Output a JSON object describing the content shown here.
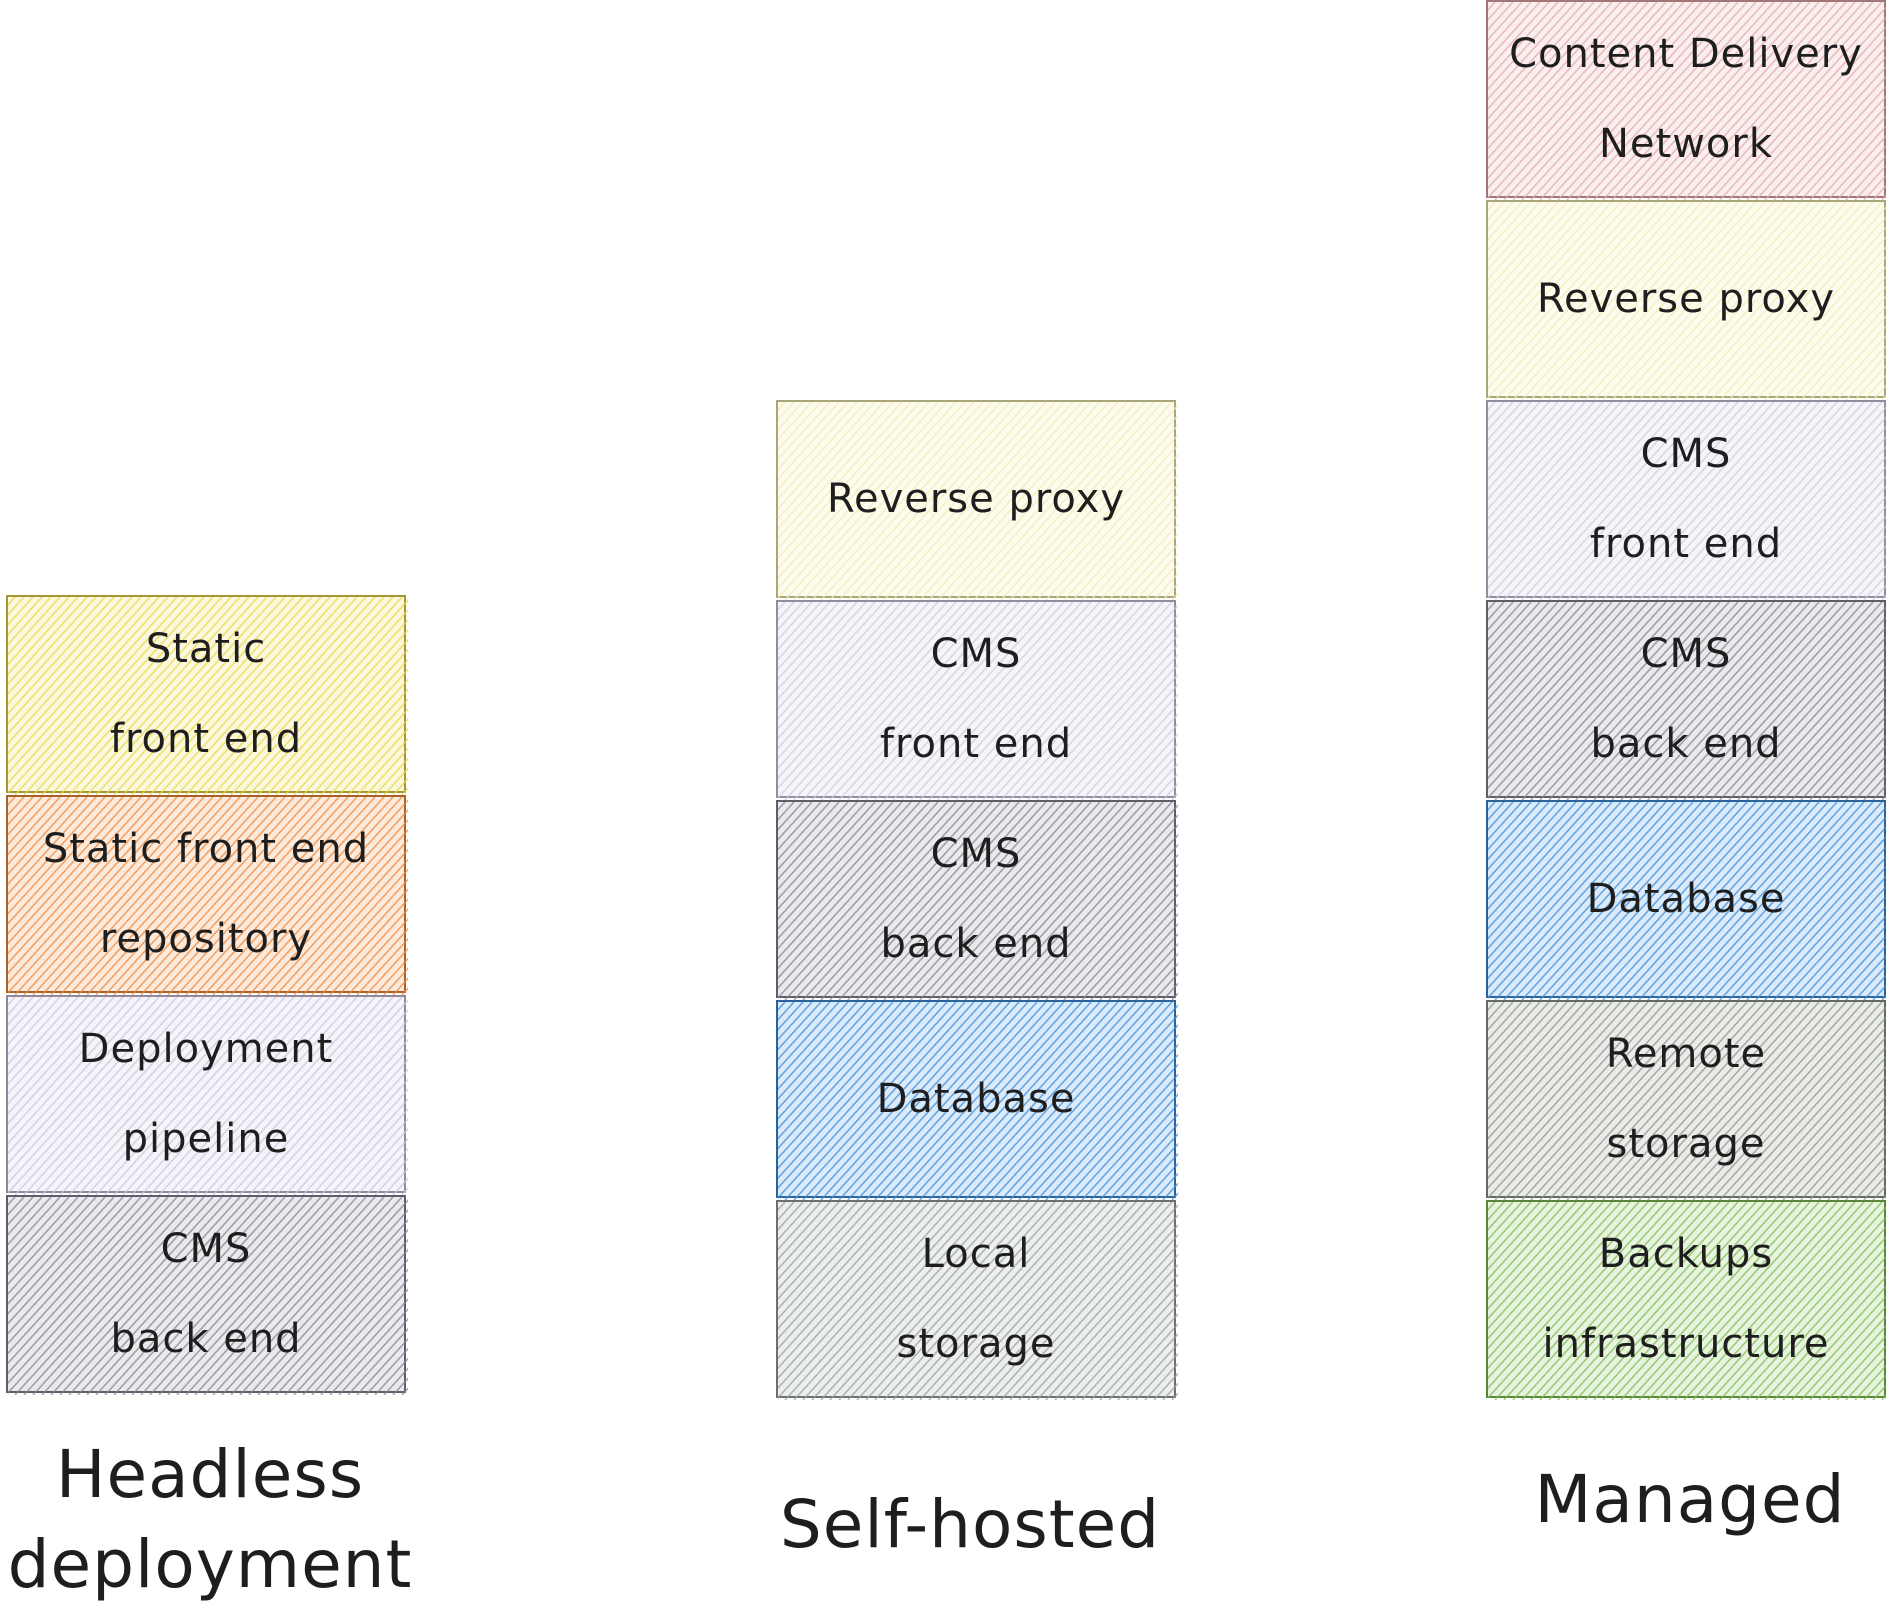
{
  "columns": [
    {
      "caption_lines": [
        "Headless",
        "deployment"
      ],
      "blocks": [
        {
          "lines": [
            "Static",
            "front end"
          ],
          "color": "#e8d84a"
        },
        {
          "lines": [
            "Static front end",
            "repository"
          ],
          "color": "#f08a3c"
        },
        {
          "lines": [
            "Deployment",
            "pipeline"
          ],
          "color": "#c9c6de"
        },
        {
          "lines": [
            "CMS",
            "back end"
          ],
          "color": "#8a8594"
        }
      ]
    },
    {
      "caption_lines": [
        "Self-hosted"
      ],
      "blocks": [
        {
          "lines": [
            "Reverse proxy"
          ],
          "color": "#f3ecb0"
        },
        {
          "lines": [
            "CMS",
            "front end"
          ],
          "color": "#cfcbe0"
        },
        {
          "lines": [
            "CMS",
            "back end"
          ],
          "color": "#8a8594"
        },
        {
          "lines": [
            "Database"
          ],
          "color": "#3f8fdc"
        },
        {
          "lines": [
            "Local",
            "storage"
          ],
          "color": "#9aa1a0"
        }
      ]
    },
    {
      "caption_lines": [
        "Managed"
      ],
      "blocks": [
        {
          "lines": [
            "Content Delivery",
            "Network"
          ],
          "color": "#e6a8a8"
        },
        {
          "lines": [
            "Reverse proxy"
          ],
          "color": "#f3ecb0"
        },
        {
          "lines": [
            "CMS",
            "front end"
          ],
          "color": "#cfcbe0"
        },
        {
          "lines": [
            "CMS",
            "back end"
          ],
          "color": "#8a8594"
        },
        {
          "lines": [
            "Database"
          ],
          "color": "#3f8fdc"
        },
        {
          "lines": [
            "Remote",
            "storage"
          ],
          "color": "#8e988d"
        },
        {
          "lines": [
            "Backups",
            "infrastructure"
          ],
          "color": "#7fbf55"
        }
      ]
    }
  ]
}
